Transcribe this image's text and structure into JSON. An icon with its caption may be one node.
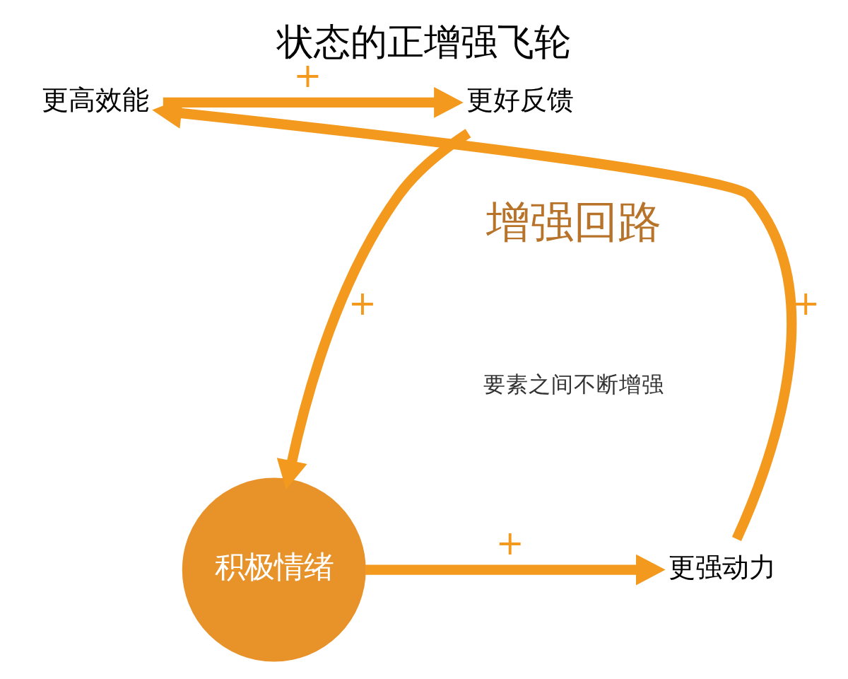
{
  "diagram": {
    "title": "状态的正增强飞轮",
    "nodes": [
      {
        "text": [
          "更高效能"
        ]
      },
      {
        "text": [
          "更好反馈"
        ]
      },
      {
        "text": [
          "积极情绪"
        ]
      },
      {
        "text": [
          "更强动力"
        ]
      }
    ],
    "edges": [
      {
        "from": 0,
        "to": 1,
        "arrow": "to",
        "label": "+"
      },
      {
        "from": 1,
        "to": 2,
        "arrow": "to",
        "label": "+"
      },
      {
        "from": 2,
        "to": 3,
        "arrow": "to",
        "label": "+"
      },
      {
        "from": 3,
        "to": 0,
        "arrow": "to",
        "label": "+"
      }
    ],
    "labels": [
      "增强回路",
      "要素之间不断增强"
    ]
  }
}
